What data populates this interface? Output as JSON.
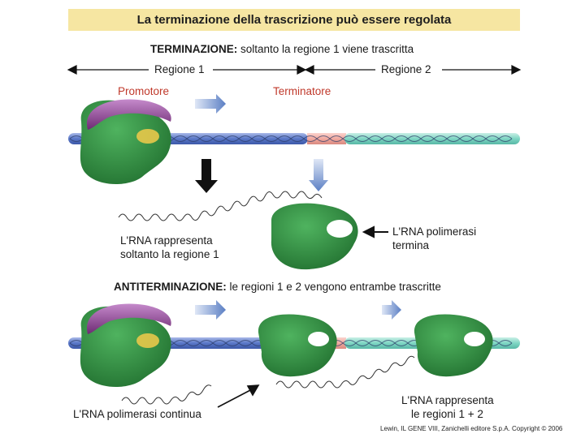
{
  "title": "La terminazione della trascrizione può essere regolata",
  "termination": {
    "heading": "TERMINAZIONE:",
    "heading_rest": " soltanto la regione 1 viene trascritta",
    "region1": "Regione 1",
    "region2": "Regione 2",
    "promoter": "Promotore",
    "terminator": "Terminatore",
    "rna_note_line1": "L'RNA rappresenta",
    "rna_note_line2": "soltanto la regione 1",
    "pol_note_line1": "L'RNA polimerasi",
    "pol_note_line2": "termina"
  },
  "antitermination": {
    "heading": "ANTITERMINAZIONE:",
    "heading_rest": " le regioni 1 e 2 vengono entrambe trascritte",
    "pol_continues": "L'RNA polimerasi continua",
    "rna_note_line1": "L'RNA rappresenta",
    "rna_note_line2": "le regioni 1 + 2"
  },
  "credit": "Lewin, IL GENE VIII, Zanichelli editore S.p.A. Copyright © 2006",
  "colors": {
    "title_bg": "#f6e6a2",
    "region1_dna": "#5a78c8",
    "terminator_dna": "#f2a9a0",
    "region2_dna": "#7fd6c4",
    "polymerase": "#2e8b3e",
    "sigma_factor": "#8a3a8f",
    "arrow_blue": "#5b7fc4",
    "label_red": "#c0392b"
  }
}
